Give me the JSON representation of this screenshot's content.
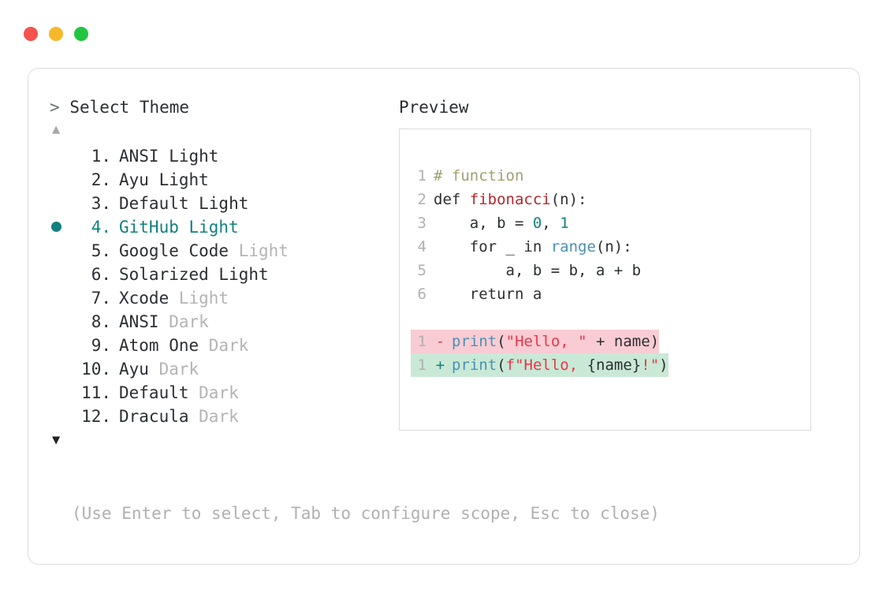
{
  "window": {
    "traffic_lights": [
      {
        "name": "close",
        "color": "#f4534e"
      },
      {
        "name": "minimize",
        "color": "#f6b82a"
      },
      {
        "name": "maximize",
        "color": "#21c540"
      }
    ]
  },
  "selector": {
    "caret": ">",
    "prompt": "Select Theme",
    "scroll_up_icon": "▲",
    "scroll_down_icon": "▼",
    "selected_index": 4,
    "items": [
      {
        "num": "1.",
        "name": "ANSI Light",
        "variant": "",
        "selected": false
      },
      {
        "num": "2.",
        "name": "Ayu Light",
        "variant": "",
        "selected": false
      },
      {
        "num": "3.",
        "name": "Default Light",
        "variant": "",
        "selected": false
      },
      {
        "num": "4.",
        "name": "GitHub Light",
        "variant": "",
        "selected": true
      },
      {
        "num": "5.",
        "name": "Google Code",
        "variant": "Light",
        "selected": false
      },
      {
        "num": "6.",
        "name": "Solarized Light",
        "variant": "",
        "selected": false
      },
      {
        "num": "7.",
        "name": "Xcode",
        "variant": "Light",
        "selected": false
      },
      {
        "num": "8.",
        "name": "ANSI",
        "variant": "Dark",
        "selected": false
      },
      {
        "num": "9.",
        "name": "Atom One",
        "variant": "Dark",
        "selected": false
      },
      {
        "num": "10.",
        "name": "Ayu",
        "variant": "Dark",
        "selected": false
      },
      {
        "num": "11.",
        "name": "Default",
        "variant": "Dark",
        "selected": false
      },
      {
        "num": "12.",
        "name": "Dracula",
        "variant": "Dark",
        "selected": false
      }
    ]
  },
  "preview": {
    "label": "Preview",
    "code_lines": [
      {
        "ln": "1",
        "tokens": [
          {
            "t": "# function",
            "c": "tok-comment"
          }
        ]
      },
      {
        "ln": "2",
        "tokens": [
          {
            "t": "def ",
            "c": "tok-plain"
          },
          {
            "t": "fibonacci",
            "c": "tok-func"
          },
          {
            "t": "(n):",
            "c": "tok-plain"
          }
        ]
      },
      {
        "ln": "3",
        "tokens": [
          {
            "t": "    a, b = ",
            "c": "tok-plain"
          },
          {
            "t": "0",
            "c": "tok-num"
          },
          {
            "t": ", ",
            "c": "tok-plain"
          },
          {
            "t": "1",
            "c": "tok-num"
          }
        ]
      },
      {
        "ln": "4",
        "tokens": [
          {
            "t": "    for _ in ",
            "c": "tok-plain"
          },
          {
            "t": "range",
            "c": "tok-builtin"
          },
          {
            "t": "(n):",
            "c": "tok-plain"
          }
        ]
      },
      {
        "ln": "5",
        "tokens": [
          {
            "t": "        a, b = b, a + b",
            "c": "tok-plain"
          }
        ]
      },
      {
        "ln": "6",
        "tokens": [
          {
            "t": "    return a",
            "c": "tok-plain"
          }
        ]
      }
    ],
    "diff_lines": [
      {
        "ln": "1",
        "sign": "-",
        "kind": "del",
        "tokens": [
          {
            "t": "print",
            "c": "tok-builtin"
          },
          {
            "t": "(",
            "c": "tok-plain"
          },
          {
            "t": "\"Hello, \"",
            "c": "tok-str"
          },
          {
            "t": " + name)",
            "c": "tok-plain"
          }
        ]
      },
      {
        "ln": "1",
        "sign": "+",
        "kind": "add",
        "tokens": [
          {
            "t": "print",
            "c": "tok-builtin"
          },
          {
            "t": "(",
            "c": "tok-plain"
          },
          {
            "t": "f\"Hello, ",
            "c": "tok-str"
          },
          {
            "t": "{name}",
            "c": "tok-plain"
          },
          {
            "t": "!\"",
            "c": "tok-str"
          },
          {
            "t": ")",
            "c": "tok-plain"
          }
        ]
      }
    ]
  },
  "footer": {
    "hint": "(Use Enter to select, Tab to configure scope, Esc to close)"
  },
  "colors": {
    "accent_teal": "#11807e",
    "muted_gray": "#b4b4b4",
    "text": "#2b2f33",
    "diff_del_bg": "#f9ccd3",
    "diff_add_bg": "#c9e9d6"
  }
}
